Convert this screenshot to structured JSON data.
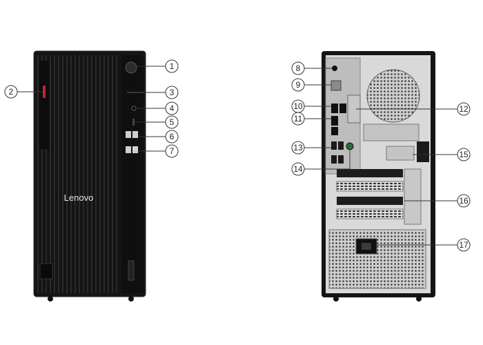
{
  "front": {
    "brand": "Lenovo",
    "callouts": [
      "1",
      "2",
      "3",
      "4",
      "5",
      "6",
      "7"
    ]
  },
  "rear": {
    "callouts": [
      "8",
      "9",
      "10",
      "11",
      "12",
      "13",
      "14",
      "15",
      "16",
      "17"
    ]
  },
  "colors": {
    "chassis": "#151515",
    "chassis_edge": "#2b2b2b",
    "rear_panel": "#d9d9d9",
    "power_led": "#c0262d"
  },
  "icons": [
    "power-button-icon",
    "usb-port-icon",
    "audio-jack-icon",
    "kensington-slot-icon"
  ]
}
